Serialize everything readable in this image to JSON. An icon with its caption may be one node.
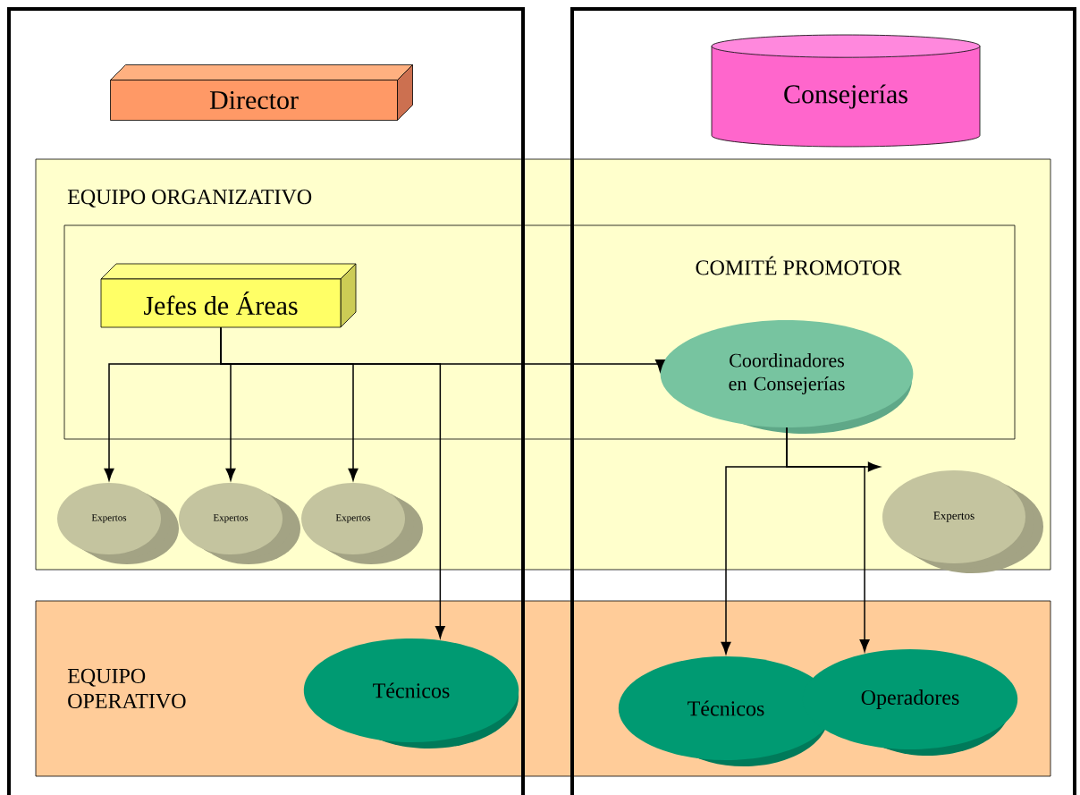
{
  "diagram": {
    "nodes": [
      {
        "text": [
          "Director"
        ]
      },
      {
        "text": [
          "Consejerías"
        ]
      },
      {
        "text": [
          "EQUIPO ORGANIZATIVO"
        ]
      },
      {
        "text": [
          "COMITÉ PROMOTOR"
        ],
        "in": 2
      },
      {
        "text": [
          "Jefes de Áreas"
        ],
        "in": 3
      },
      {
        "text": [
          "Coordinadores en Consejerías"
        ],
        "in": 3
      },
      {
        "text": [
          "Expertos"
        ],
        "in": 2
      },
      {
        "text": [
          "Expertos"
        ],
        "in": 2
      },
      {
        "text": [
          "Expertos"
        ],
        "in": 2
      },
      {
        "text": [
          "Expertos"
        ],
        "in": 2
      },
      {
        "text": [
          "EQUIPO OPERATIVO"
        ]
      },
      {
        "text": [
          "Técnicos"
        ],
        "in": 10
      },
      {
        "text": [
          "Técnicos"
        ],
        "in": 10
      },
      {
        "text": [
          "Operadores"
        ],
        "in": 10
      }
    ],
    "edges": [
      {
        "from": 4,
        "to": 5,
        "arrow": "to"
      },
      {
        "from": 4,
        "to": 6,
        "arrow": "to"
      },
      {
        "from": 4,
        "to": 7,
        "arrow": "to"
      },
      {
        "from": 4,
        "to": 8,
        "arrow": "to"
      },
      {
        "from": 4,
        "to": 11,
        "arrow": "to"
      },
      {
        "from": 5,
        "to": 9,
        "arrow": "to"
      },
      {
        "from": 5,
        "to": 12,
        "arrow": "to"
      },
      {
        "from": 5,
        "to": 13,
        "arrow": "to"
      }
    ]
  }
}
